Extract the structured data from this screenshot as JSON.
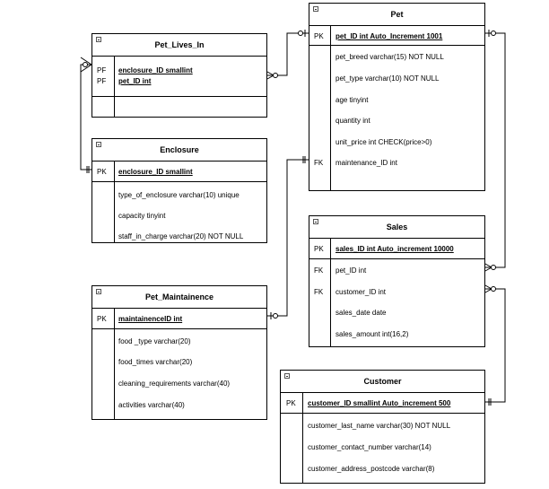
{
  "tables": {
    "pet_lives_in": {
      "title": "Pet_Lives_In",
      "keys": [
        {
          "key": "PF",
          "text": "enclosure_ID  smallint"
        },
        {
          "key": "PF",
          "text": "pet_ID int"
        }
      ],
      "fields": []
    },
    "enclosure": {
      "title": "Enclosure",
      "keys": [
        {
          "key": "PK",
          "text": "enclosure_ID  smallint"
        }
      ],
      "fields": [
        "type_of_enclosure varchar(10) unique",
        "capacity tinyint",
        "staff_in_charge varchar(20) NOT NULL"
      ]
    },
    "pet_maintainence": {
      "title": "Pet_Maintainence",
      "keys": [
        {
          "key": "PK",
          "text": "maintainenceID int"
        }
      ],
      "fields": [
        "food _type  varchar(20)",
        "food_times varchar(20)",
        "cleaning_requirements varchar(40)",
        "activities varchar(40)"
      ]
    },
    "pet": {
      "title": "Pet",
      "keys": [
        {
          "key": "PK",
          "text": "pet_ID int Auto_Increment  1001"
        }
      ],
      "fields": [
        {
          "key": "",
          "text": "pet_breed varchar(15) NOT NULL"
        },
        {
          "key": "",
          "text": "pet_type varchar(10) NOT NULL"
        },
        {
          "key": "",
          "text": "age tinyint"
        },
        {
          "key": "",
          "text": "quantity int"
        },
        {
          "key": "",
          "text": "unit_price int CHECK(price>0)"
        },
        {
          "key": "FK",
          "text": "maintenance_ID int"
        }
      ]
    },
    "sales": {
      "title": "Sales",
      "keys": [
        {
          "key": "PK",
          "text": "sales_ID int   Auto_increment 10000"
        }
      ],
      "fields": [
        {
          "key": "FK",
          "text": "pet_ID int"
        },
        {
          "key": "FK",
          "text": "customer_ID int"
        },
        {
          "key": "",
          "text": "sales_date date"
        },
        {
          "key": "",
          "text": "sales_amount int(16,2)"
        }
      ]
    },
    "customer": {
      "title": "Customer",
      "keys": [
        {
          "key": "PK",
          "text": "customer_ID smallint Auto_increment 500"
        }
      ],
      "fields": [
        "customer_last_name varchar(30) NOT NULL",
        "customer_contact_number varchar(14)",
        "customer_address_postcode varchar(8)"
      ]
    }
  }
}
